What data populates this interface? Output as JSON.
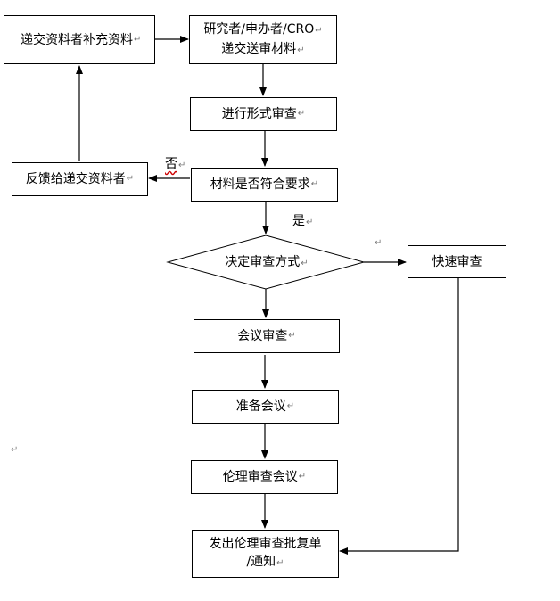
{
  "nodes": {
    "resubmit": "递交资料者补充资料",
    "submit_line1": "研究者/申办者/CRO",
    "submit_line2": "递交送审材料",
    "formal_review": "进行形式审查",
    "requirements": "材料是否符合要求",
    "feedback": "反馈给递交资料者",
    "decide": "决定审查方式",
    "expedited": "快速审查",
    "meeting_review": "会议审查",
    "prepare_meeting": "准备会议",
    "ethics_meeting": "伦理审查会议",
    "issue_line1": "发出伦理审查批复单",
    "issue_line2": "/通知"
  },
  "edge_labels": {
    "no": "否",
    "yes": "是"
  },
  "format_mark": "↵"
}
